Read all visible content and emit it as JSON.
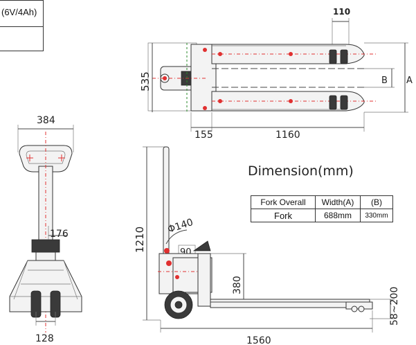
{
  "battery_label": "(6V/4Ah)",
  "title": "Dimension(mm)",
  "table": {
    "header": [
      "Fork Overall",
      "Width(A)",
      "(B)"
    ],
    "rows": [
      [
        "Fork",
        "688mm",
        "330mm"
      ]
    ]
  },
  "dimensions": {
    "fork_spacing": "110",
    "label_b": "B",
    "label_a": "A",
    "width_total": "535",
    "rear_length": "155",
    "fork_length": "1160",
    "handle_width": "384",
    "wheel_width": "176",
    "front_wheel_span": "128",
    "height_total": "1210",
    "handle_diameter": "Φ140",
    "handle_angle": "90",
    "lift_height": "380",
    "fork_height": "58~200",
    "overall_length": "1560"
  }
}
